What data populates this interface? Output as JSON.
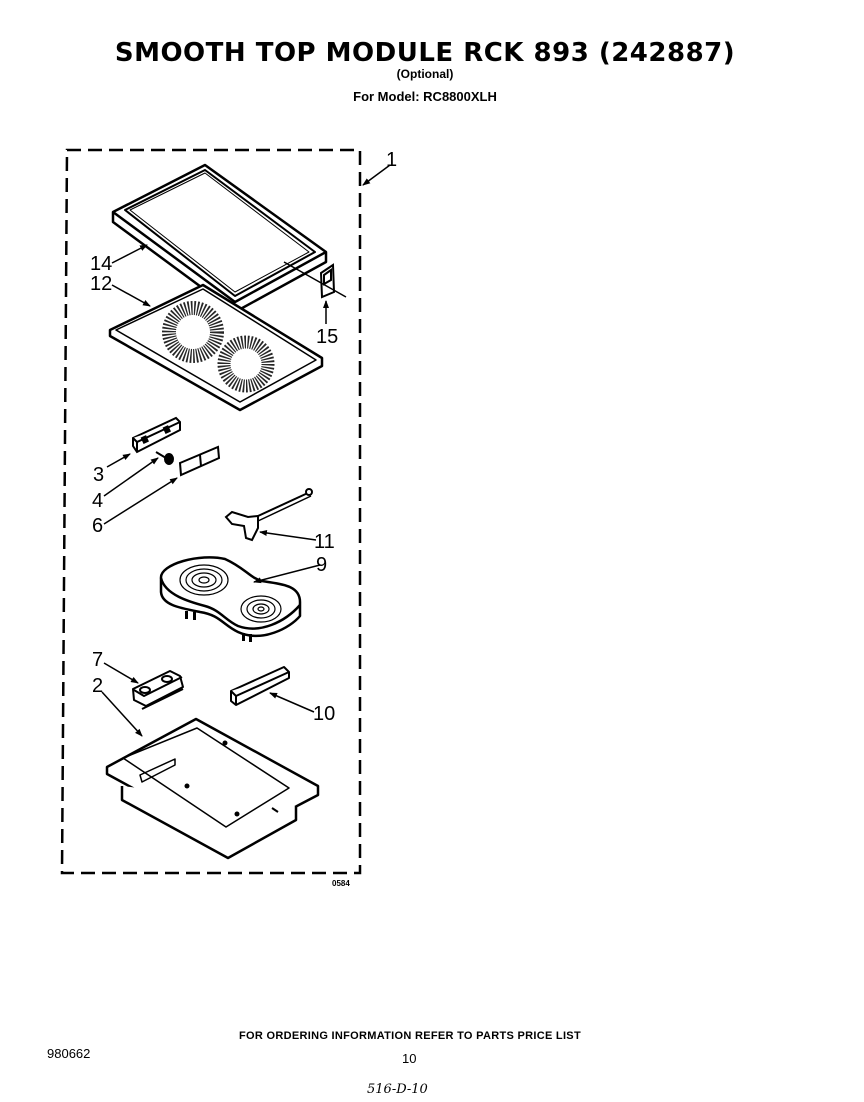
{
  "header": {
    "title": "SMOOTH TOP MODULE RCK 893 (242887)",
    "subtitle": "(Optional)",
    "model_line": "For Model: RC8800XLH"
  },
  "diagram": {
    "figure_code": "0584",
    "callouts": [
      {
        "id": "1",
        "label": "1",
        "part": "smooth-top-module-assembly"
      },
      {
        "id": "14",
        "label": "14",
        "part": "frame"
      },
      {
        "id": "12",
        "label": "12",
        "part": "glass-ceramic-cooktop"
      },
      {
        "id": "15",
        "label": "15",
        "part": "clip"
      },
      {
        "id": "3",
        "label": "3",
        "part": "terminal-block"
      },
      {
        "id": "4",
        "label": "4",
        "part": "screw"
      },
      {
        "id": "6",
        "label": "6",
        "part": "label"
      },
      {
        "id": "11",
        "label": "11",
        "part": "limiter"
      },
      {
        "id": "9",
        "label": "9",
        "part": "element-assembly"
      },
      {
        "id": "7",
        "label": "7",
        "part": "bracket"
      },
      {
        "id": "2",
        "label": "2",
        "part": "module-pan"
      },
      {
        "id": "10",
        "label": "10",
        "part": "support-bar"
      }
    ]
  },
  "footer": {
    "ordering_info": "FOR ORDERING INFORMATION REFER TO PARTS PRICE LIST",
    "document_number": "980662",
    "page_number": "10",
    "handwritten_note": "516-D-10"
  }
}
